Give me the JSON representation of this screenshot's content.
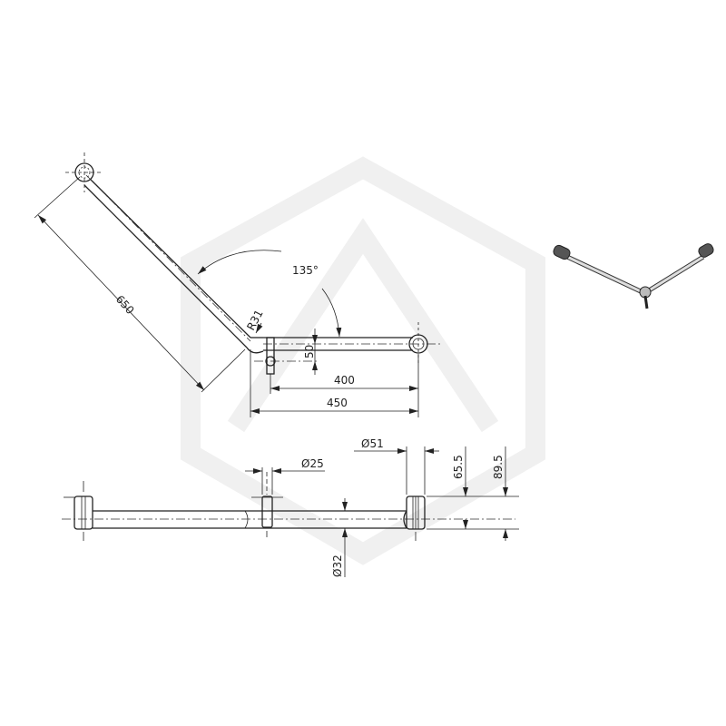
{
  "top_view": {
    "length_angled": "650",
    "angle": "135°",
    "bend_radius": "R31",
    "offset": "50",
    "length_inner": "400",
    "length_overall": "450"
  },
  "front_view": {
    "flange_diameter": "Ø51",
    "bracket_diameter": "Ø25",
    "tube_diameter": "Ø32",
    "height_center": "65.5",
    "height_overall": "89.5"
  },
  "colors": {
    "line": "#222222",
    "watermark": "#f2f2f2"
  }
}
